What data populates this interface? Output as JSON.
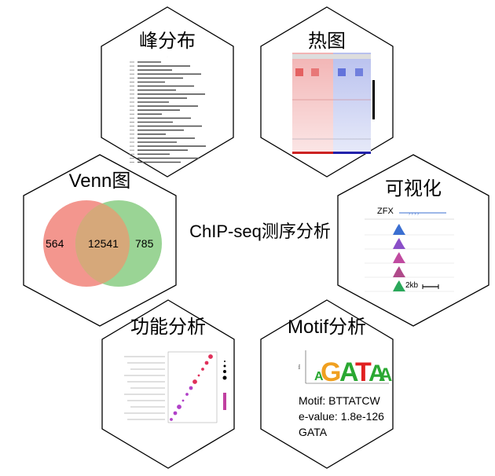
{
  "center_title": "ChIP-seq测序分析",
  "hexagons": {
    "peak": {
      "title": "峰分布"
    },
    "heatmap": {
      "title": "热图"
    },
    "venn": {
      "title": "Venn图",
      "left": "564",
      "overlap": "12541",
      "right": "785"
    },
    "visual": {
      "title": "可视化",
      "gene": "ZFX",
      "scale": "2kb"
    },
    "function": {
      "title": "功能分析"
    },
    "motif": {
      "title": "Motif分析",
      "motif_line": "Motif: BTTATCW",
      "evalue_line": "e-value: 1.8e-126",
      "factor_line": "GATA",
      "logo_letters": "AGATAA"
    }
  },
  "colors": {
    "venn_left": "#f28b82",
    "venn_right": "#8fcf8a",
    "venn_overlap": "#d6a87a",
    "heat_red": "#e04a4a",
    "heat_blue": "#3a4fd1",
    "track_colors": [
      "#3b6fd1",
      "#8a4fc8",
      "#c04aa0",
      "#b04a8a",
      "#2aa85a"
    ],
    "dot_gradient": [
      "#e02a2a",
      "#a040d0"
    ]
  }
}
